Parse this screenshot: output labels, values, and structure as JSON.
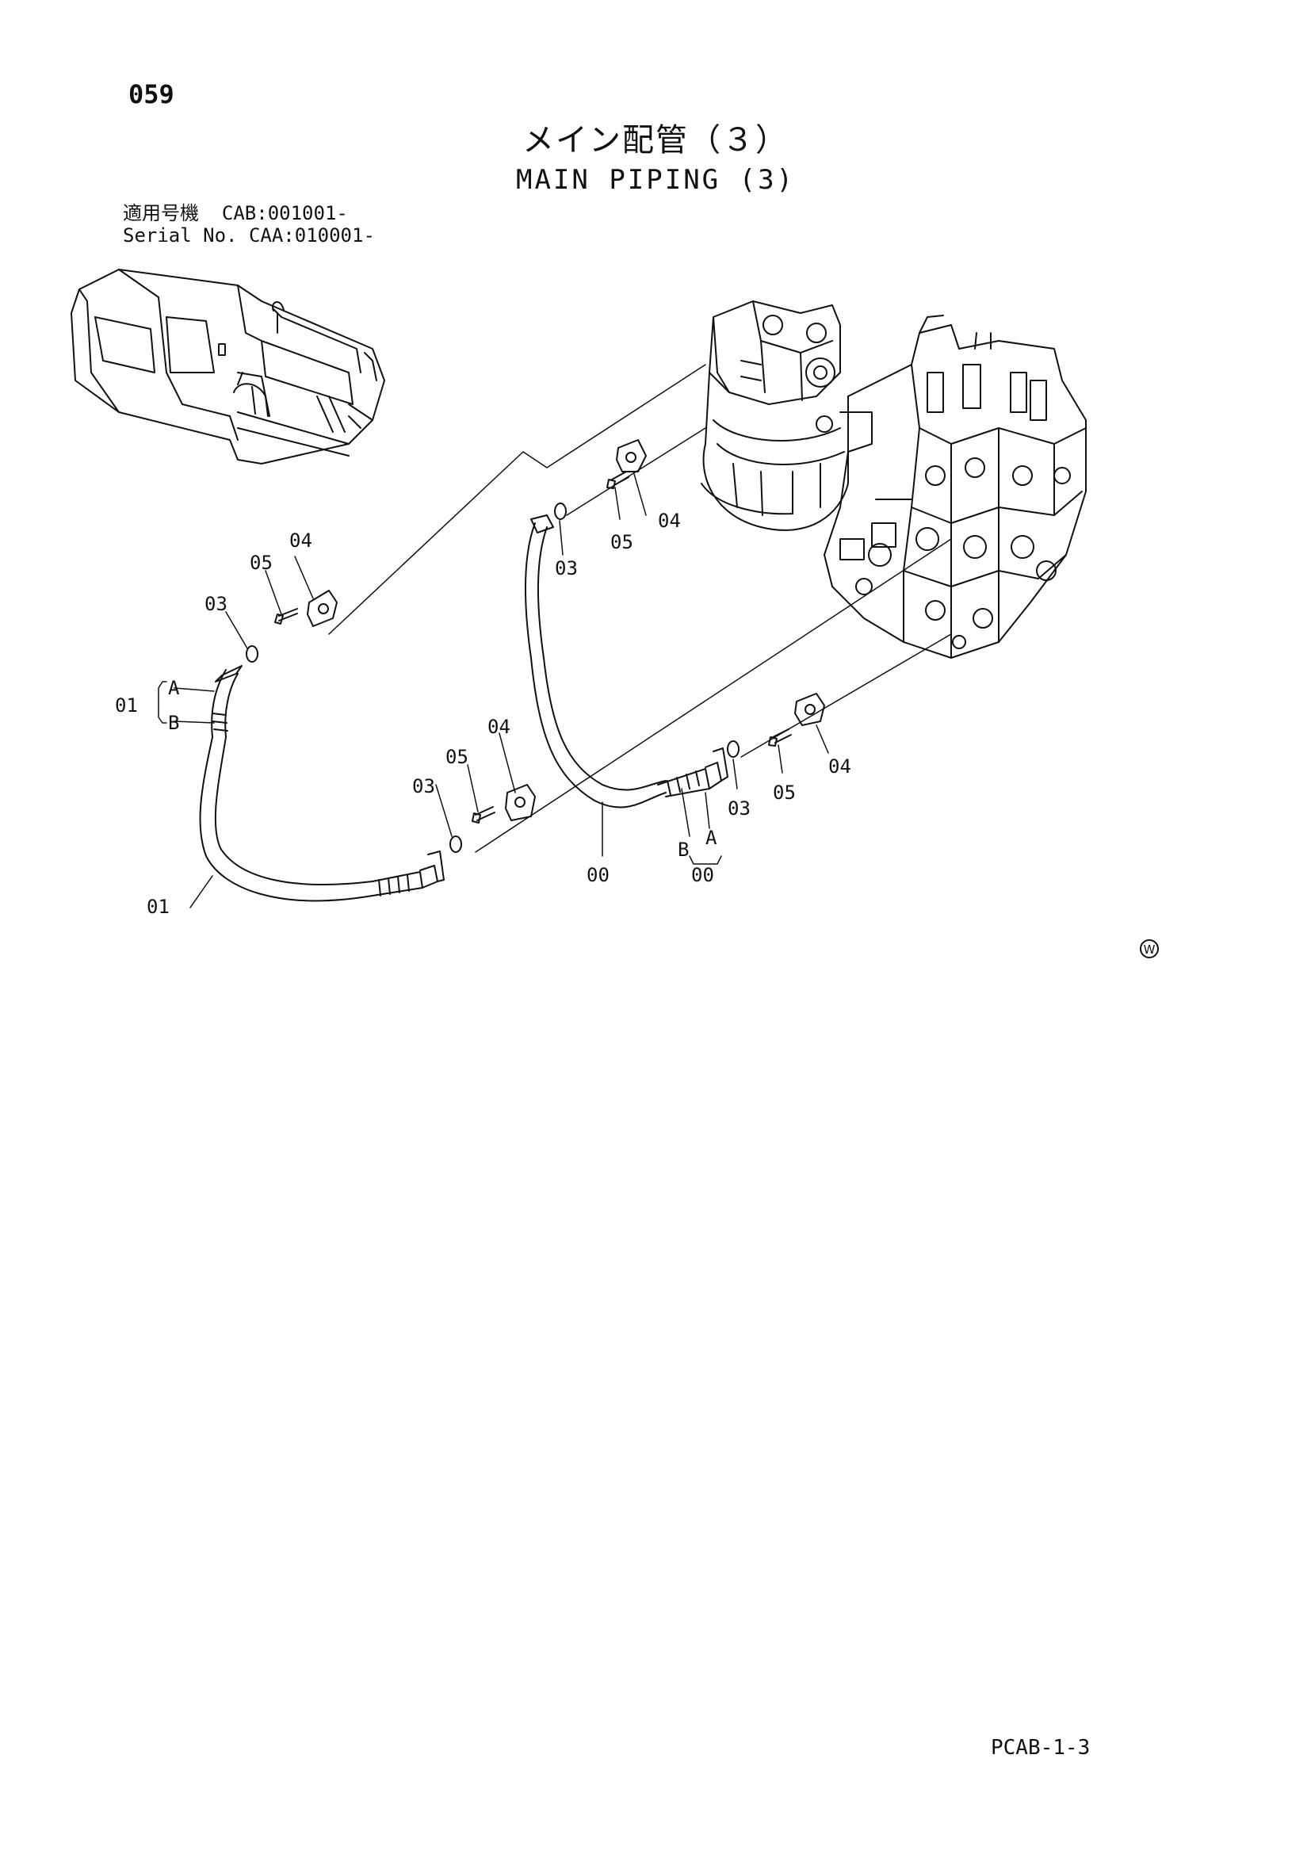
{
  "header": {
    "page_number": "059",
    "title_jp": "メイン配管（３）",
    "title_en": "MAIN PIPING (3)"
  },
  "serial": {
    "row1_label": "適用号機",
    "row1_value": "CAB:001001-",
    "row2_label": "Serial No.",
    "row2_value": "CAA:010001-"
  },
  "callouts": {
    "c00": "00",
    "c01": "01",
    "c03": "03",
    "c04": "04",
    "c05": "05",
    "sub_a": "A",
    "sub_b": "B",
    "w_mark": "W"
  },
  "footer": {
    "page_code": "PCAB-1-3"
  }
}
